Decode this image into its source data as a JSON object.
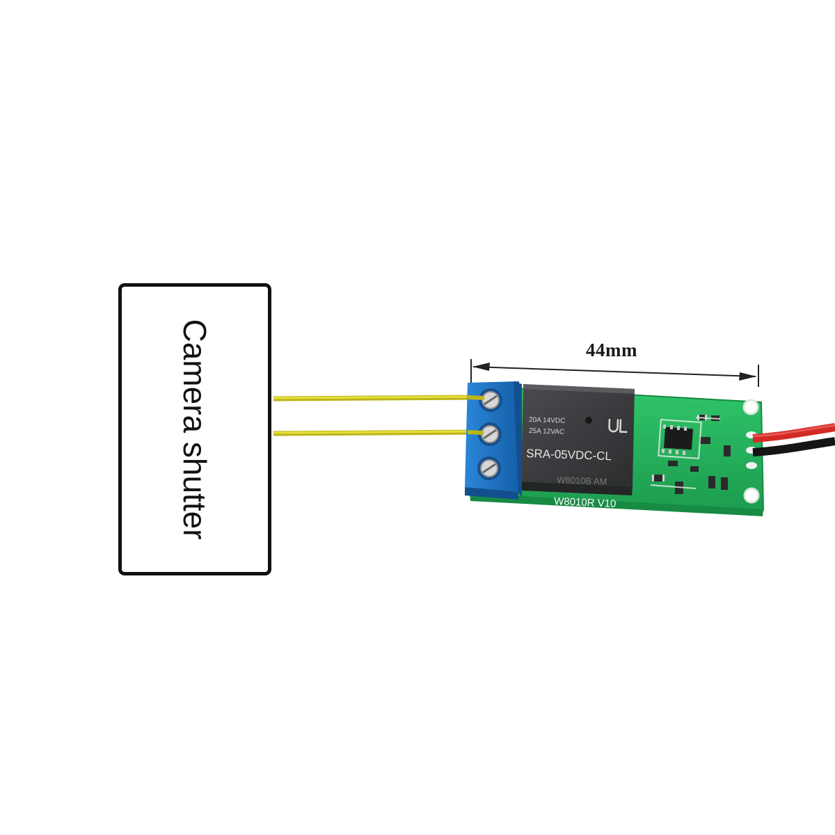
{
  "diagram": {
    "camera_block": {
      "label": "Camera shutter"
    },
    "dimension": {
      "label": "44mm"
    },
    "relay": {
      "rating_line1": "20A 14VDC",
      "rating_line2": "25A 12VAC",
      "model": "SRA-05VDC-CL",
      "side_mark": "W8010B AM"
    },
    "board": {
      "marking": "W8010R V10"
    },
    "colors": {
      "pcb": "#23b35c",
      "terminal_block": "#1f74c4",
      "relay_body": "#3a3b3d",
      "wire_signal": "#d8cf2a",
      "wire_power_red": "#d42a26",
      "wire_power_black": "#151515"
    }
  }
}
